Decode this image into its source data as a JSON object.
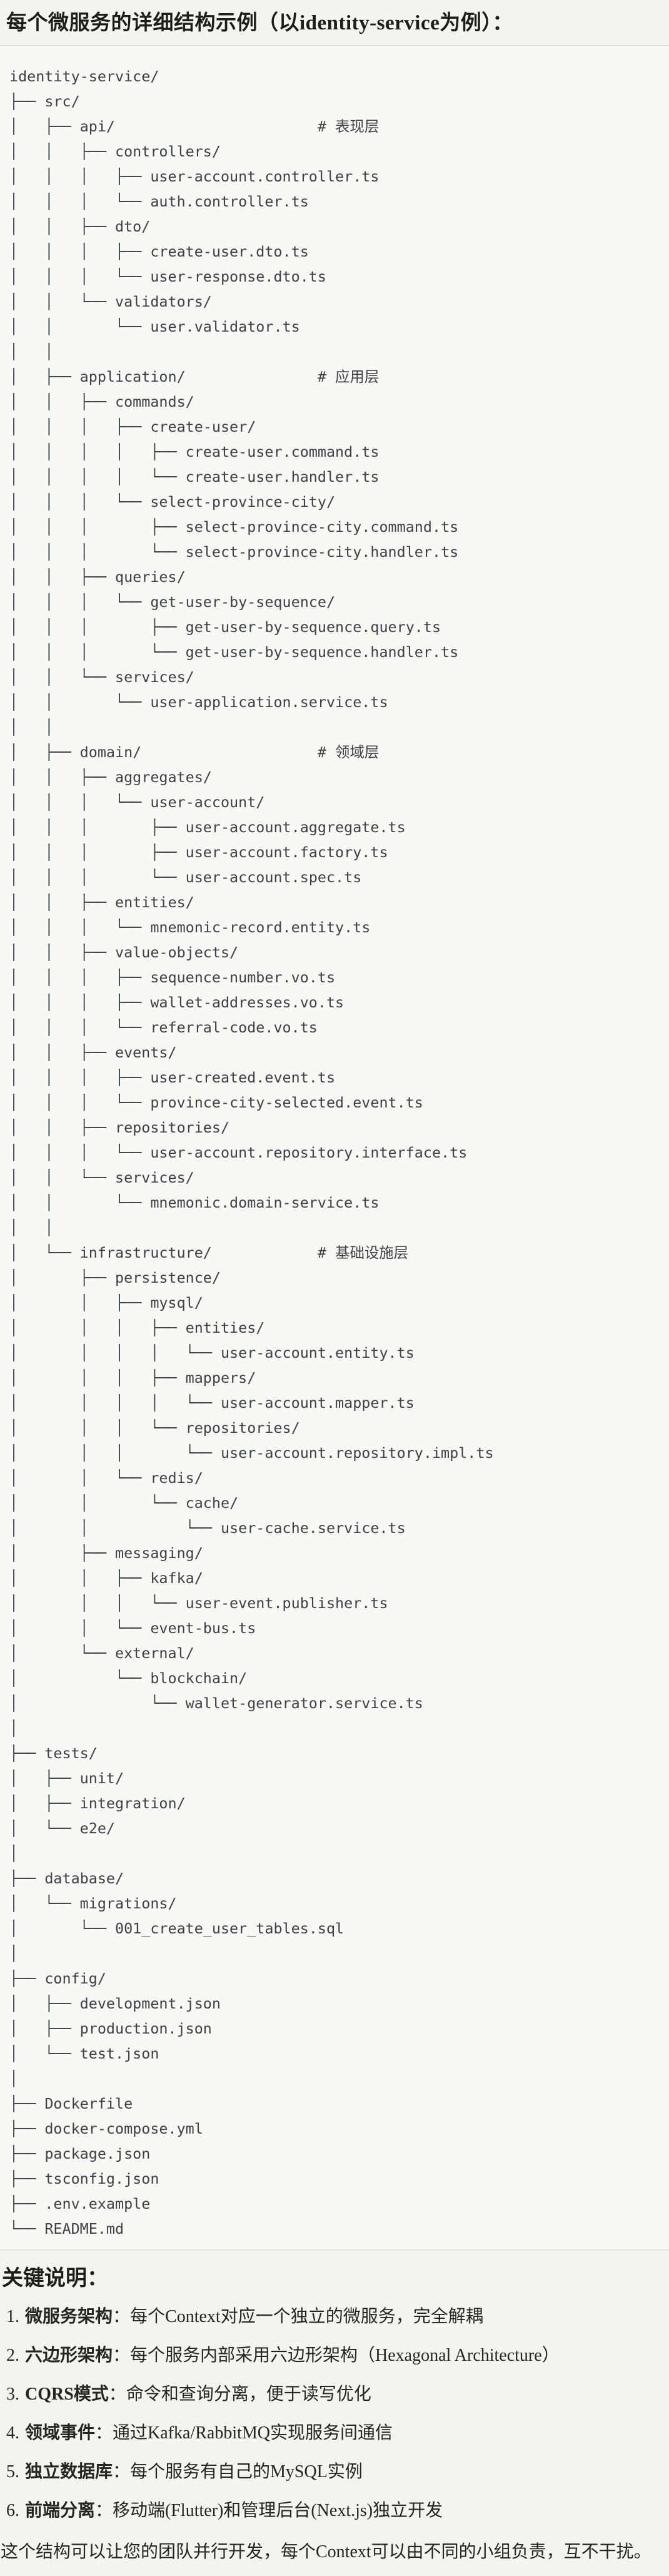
{
  "page": {
    "title": "每个微服务的详细结构示例（以identity-service为例）："
  },
  "tree": {
    "lines": [
      "identity-service/",
      "├── src/",
      "│   ├── api/                       # 表现层",
      "│   │   ├── controllers/",
      "│   │   │   ├── user-account.controller.ts",
      "│   │   │   └── auth.controller.ts",
      "│   │   ├── dto/",
      "│   │   │   ├── create-user.dto.ts",
      "│   │   │   └── user-response.dto.ts",
      "│   │   └── validators/",
      "│   │       └── user.validator.ts",
      "│   │",
      "│   ├── application/               # 应用层",
      "│   │   ├── commands/",
      "│   │   │   ├── create-user/",
      "│   │   │   │   ├── create-user.command.ts",
      "│   │   │   │   └── create-user.handler.ts",
      "│   │   │   └── select-province-city/",
      "│   │   │       ├── select-province-city.command.ts",
      "│   │   │       └── select-province-city.handler.ts",
      "│   │   ├── queries/",
      "│   │   │   └── get-user-by-sequence/",
      "│   │   │       ├── get-user-by-sequence.query.ts",
      "│   │   │       └── get-user-by-sequence.handler.ts",
      "│   │   └── services/",
      "│   │       └── user-application.service.ts",
      "│   │",
      "│   ├── domain/                    # 领域层",
      "│   │   ├── aggregates/",
      "│   │   │   └── user-account/",
      "│   │   │       ├── user-account.aggregate.ts",
      "│   │   │       ├── user-account.factory.ts",
      "│   │   │       └── user-account.spec.ts",
      "│   │   ├── entities/",
      "│   │   │   └── mnemonic-record.entity.ts",
      "│   │   ├── value-objects/",
      "│   │   │   ├── sequence-number.vo.ts",
      "│   │   │   ├── wallet-addresses.vo.ts",
      "│   │   │   └── referral-code.vo.ts",
      "│   │   ├── events/",
      "│   │   │   ├── user-created.event.ts",
      "│   │   │   └── province-city-selected.event.ts",
      "│   │   ├── repositories/",
      "│   │   │   └── user-account.repository.interface.ts",
      "│   │   └── services/",
      "│   │       └── mnemonic.domain-service.ts",
      "│   │",
      "│   └── infrastructure/            # 基础设施层",
      "│       ├── persistence/",
      "│       │   ├── mysql/",
      "│       │   │   ├── entities/",
      "│       │   │   │   └── user-account.entity.ts",
      "│       │   │   ├── mappers/",
      "│       │   │   │   └── user-account.mapper.ts",
      "│       │   │   └── repositories/",
      "│       │   │       └── user-account.repository.impl.ts",
      "│       │   └── redis/",
      "│       │       └── cache/",
      "│       │           └── user-cache.service.ts",
      "│       ├── messaging/",
      "│       │   ├── kafka/",
      "│       │   │   └── user-event.publisher.ts",
      "│       │   └── event-bus.ts",
      "│       └── external/",
      "│           └── blockchain/",
      "│               └── wallet-generator.service.ts",
      "│",
      "├── tests/",
      "│   ├── unit/",
      "│   ├── integration/",
      "│   └── e2e/",
      "│",
      "├── database/",
      "│   └── migrations/",
      "│       └── 001_create_user_tables.sql",
      "│",
      "├── config/",
      "│   ├── development.json",
      "│   ├── production.json",
      "│   └── test.json",
      "│",
      "├── Dockerfile",
      "├── docker-compose.yml",
      "├── package.json",
      "├── tsconfig.json",
      "├── .env.example",
      "└── README.md"
    ]
  },
  "notes": {
    "heading": "关键说明：",
    "colon": "：",
    "items": [
      {
        "num": "1.",
        "label": "微服务架构",
        "text": "每个Context对应一个独立的微服务，完全解耦"
      },
      {
        "num": "2.",
        "label": "六边形架构",
        "text": "每个服务内部采用六边形架构（Hexagonal Architecture）"
      },
      {
        "num": "3.",
        "label": "CQRS模式",
        "text": "命令和查询分离，便于读写优化"
      },
      {
        "num": "4.",
        "label": "领域事件",
        "text": "通过Kafka/RabbitMQ实现服务间通信"
      },
      {
        "num": "5.",
        "label": "独立数据库",
        "text": "每个服务有自己的MySQL实例"
      },
      {
        "num": "6.",
        "label": "前端分离",
        "text": "移动端(Flutter)和管理后台(Next.js)独立开发"
      }
    ],
    "closing": "这个结构可以让您的团队并行开发，每个Context可以由不同的小组负责，互不干扰。"
  },
  "colors": {
    "page_bg": "#f4f3ee",
    "code_bg": "#f8f8f4",
    "border": "#e4e3dd",
    "tree_text": "#3d4247",
    "heading_text": "#1d1d1a",
    "body_text": "#262520"
  }
}
